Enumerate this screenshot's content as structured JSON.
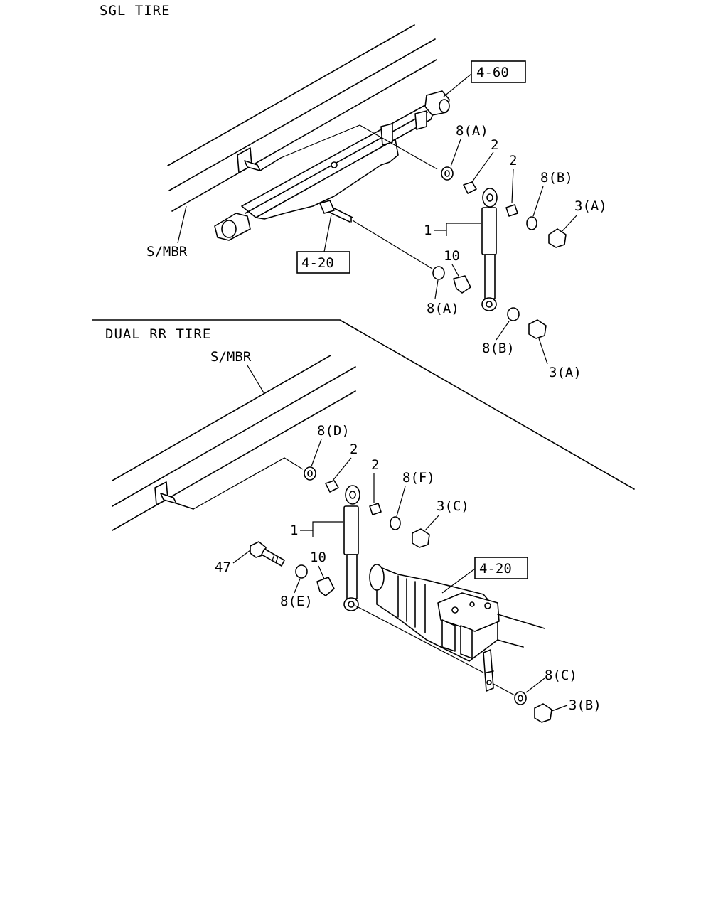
{
  "sections": {
    "single": {
      "title": "SGL TIRE"
    },
    "dual": {
      "title": "DUAL RR TIRE"
    }
  },
  "single": {
    "frame_label": "S/MBR",
    "ref_top": "4-60",
    "ref_spring": "4-20",
    "callouts": {
      "washer_a_upper": "8(A)",
      "bushing_upper_1": "2",
      "bushing_upper_2": "2",
      "washer_b_upper": "8(B)",
      "nut_a_upper": "3(A)",
      "shock": "1",
      "bushing_lower": "10",
      "washer_a_lower": "8(A)",
      "washer_b_lower": "8(B)",
      "nut_a_lower": "3(A)"
    }
  },
  "dual": {
    "frame_label": "S/MBR",
    "ref_axle": "4-20",
    "callouts": {
      "washer_d": "8(D)",
      "bushing_1": "2",
      "bushing_2": "2",
      "washer_f": "8(F)",
      "nut_c": "3(C)",
      "shock": "1",
      "bushing_lower": "10",
      "bolt": "47",
      "washer_e": "8(E)",
      "washer_c": "8(C)",
      "nut_b": "3(B)"
    }
  }
}
